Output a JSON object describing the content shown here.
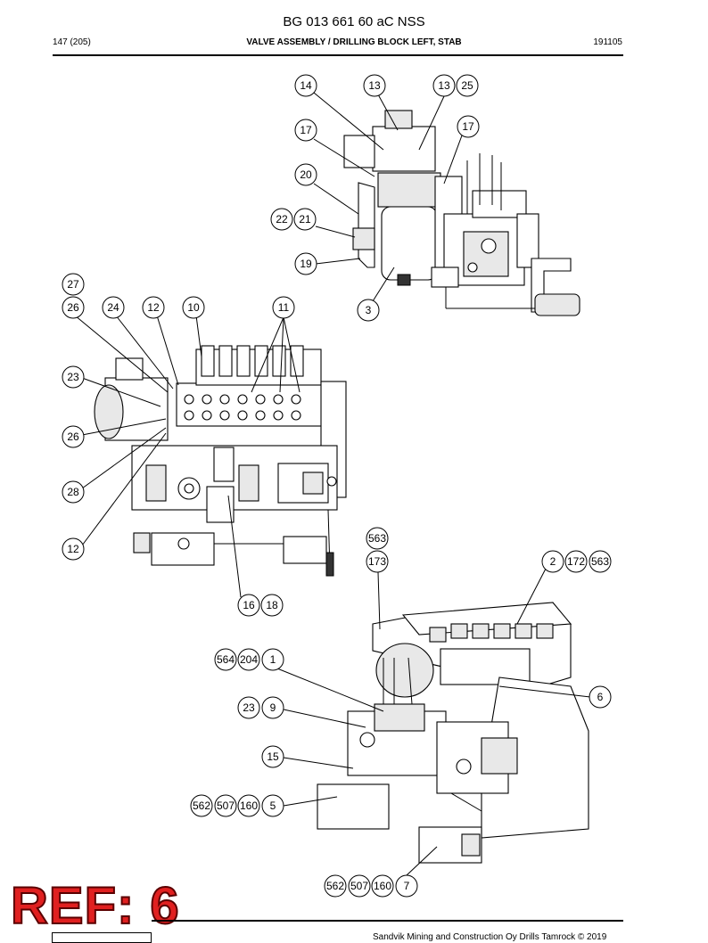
{
  "header": {
    "title": "BG 013 661 60 aC NSS",
    "page": "147 (205)",
    "section": "VALVE ASSEMBLY / DRILLING BLOCK LEFT, STAB",
    "date": "191105"
  },
  "ref_label": "REF: 6",
  "footer": {
    "copyright": "Sandvik Mining and Construction Oy Drills Tamrock © 2019"
  },
  "callouts": [
    "14",
    "13",
    "13",
    "25",
    "17",
    "17",
    "20",
    "22",
    "21",
    "19",
    "3",
    "27",
    "26",
    "24",
    "12",
    "10",
    "11",
    "23",
    "26",
    "28",
    "12",
    "16",
    "18",
    "563",
    "173",
    "2",
    "172",
    "563",
    "564",
    "204",
    "1",
    "6",
    "23",
    "9",
    "15",
    "562",
    "507",
    "160",
    "5",
    "562",
    "507",
    "160",
    "7"
  ]
}
